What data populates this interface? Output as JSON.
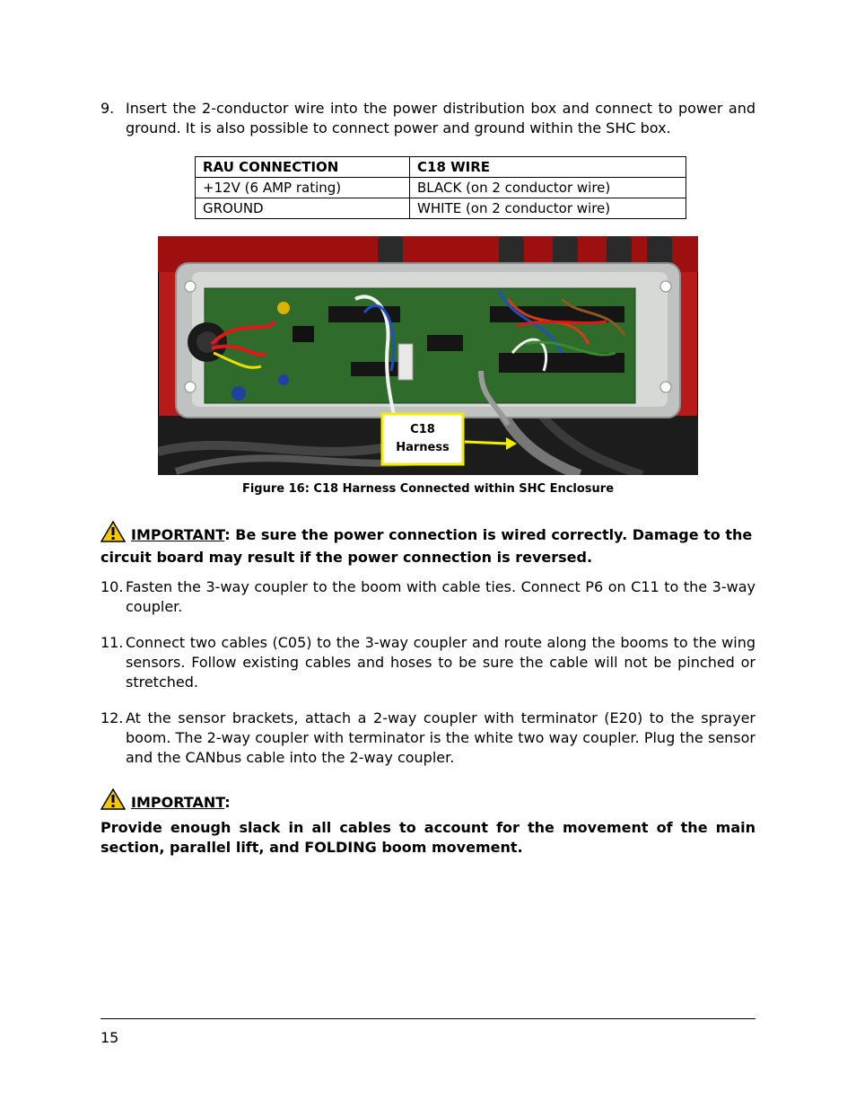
{
  "step9": {
    "number": "9.",
    "text": "Insert the 2-conductor wire into the power distribution box and connect to power and ground.  It is also possible to connect power and ground within the SHC box."
  },
  "wire_table": {
    "headers": [
      "RAU CONNECTION",
      "C18 WIRE"
    ],
    "rows": [
      [
        "+12V (6 AMP rating)",
        "BLACK (on 2 conductor wire)"
      ],
      [
        "GROUND",
        "WHITE  (on 2 conductor wire)"
      ]
    ]
  },
  "figure": {
    "callout_line1": "C18",
    "callout_line2": "Harness",
    "caption": "Figure 16: C18 Harness Connected within SHC Enclosure"
  },
  "important1": {
    "keyword": "IMPORTANT",
    "text": ": Be sure the power connection is wired correctly. Damage to the circuit board may result if the power connection is reversed."
  },
  "step10": {
    "number": "10.",
    "text": "Fasten the 3-way coupler to the boom with cable ties.  Connect P6 on C11 to the 3-way coupler."
  },
  "step11": {
    "number": "11.",
    "text": "Connect two cables (C05) to the 3-way coupler and route along the booms to the wing sensors.  Follow existing cables and hoses to be sure the cable will not be pinched or stretched."
  },
  "step12": {
    "number": "12.",
    "text": "At the sensor brackets, attach a 2-way coupler with terminator (E20) to the sprayer boom. The 2-way coupler with terminator is the white two way coupler.  Plug the sensor and the CANbus cable into the 2-way coupler."
  },
  "important2": {
    "keyword": "IMPORTANT",
    "suffix": ":",
    "text": "Provide enough slack in all cables to account for the movement of the main section, parallel lift, and FOLDING boom movement."
  },
  "footer": {
    "page_number": "15"
  },
  "colors": {
    "warning_yellow": "#f5c800",
    "callout_border": "#f2ee00",
    "enclosure_red": "#c01818",
    "board_green": "#2f6b2a"
  }
}
